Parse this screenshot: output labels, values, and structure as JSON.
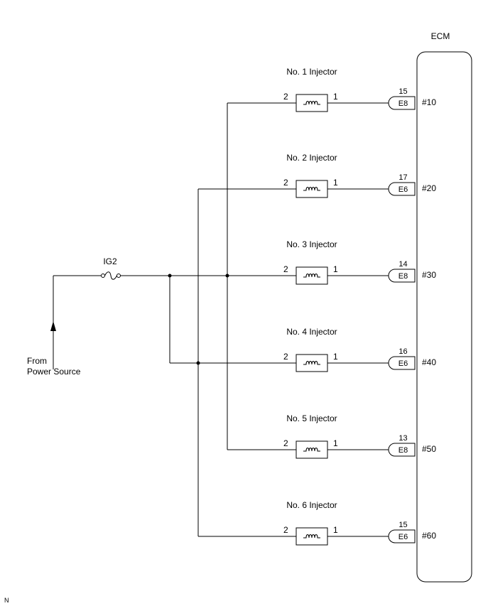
{
  "ecm": {
    "label": "ECM"
  },
  "fuse": {
    "label": "IG2"
  },
  "power_source": {
    "line1": "From",
    "line2": "Power Source"
  },
  "corner_mark": "N",
  "injectors": [
    {
      "name": "No. 1 Injector",
      "pin2": "2",
      "pin1": "1",
      "terminal": "15",
      "connector": "E8",
      "ecm_pin": "#10",
      "bus": "right"
    },
    {
      "name": "No. 2 Injector",
      "pin2": "2",
      "pin1": "1",
      "terminal": "17",
      "connector": "E6",
      "ecm_pin": "#20",
      "bus": "left"
    },
    {
      "name": "No. 3 Injector",
      "pin2": "2",
      "pin1": "1",
      "terminal": "14",
      "connector": "E8",
      "ecm_pin": "#30",
      "bus": "right"
    },
    {
      "name": "No. 4 Injector",
      "pin2": "2",
      "pin1": "1",
      "terminal": "16",
      "connector": "E6",
      "ecm_pin": "#40",
      "bus": "left"
    },
    {
      "name": "No. 5 Injector",
      "pin2": "2",
      "pin1": "1",
      "terminal": "13",
      "connector": "E8",
      "ecm_pin": "#50",
      "bus": "right"
    },
    {
      "name": "No. 6 Injector",
      "pin2": "2",
      "pin1": "1",
      "terminal": "15",
      "connector": "E6",
      "ecm_pin": "#60",
      "bus": "left"
    }
  ]
}
